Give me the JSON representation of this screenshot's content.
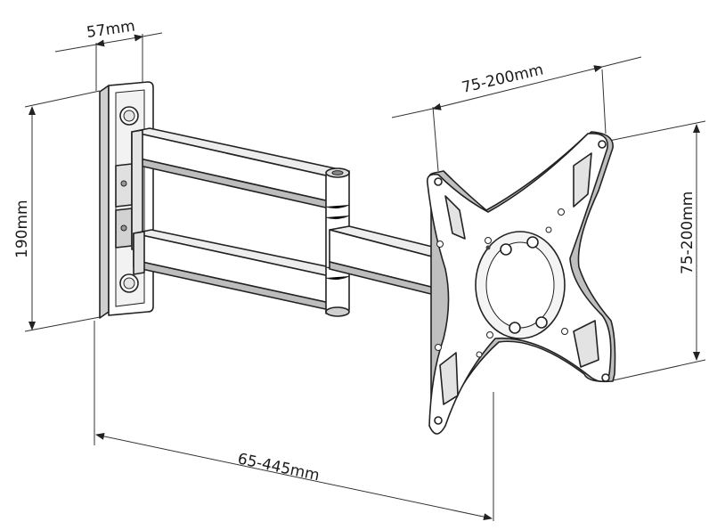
{
  "dimensions": {
    "bracket_depth": "57mm",
    "bracket_height": "190mm",
    "vesa_horizontal": "75-200mm",
    "vesa_vertical": "75-200mm",
    "arm_extension": "65-445mm"
  },
  "colors": {
    "line": "#222222",
    "face": "#ffffff",
    "shade": "#d9d9d9",
    "dark": "#9a9a9a"
  }
}
